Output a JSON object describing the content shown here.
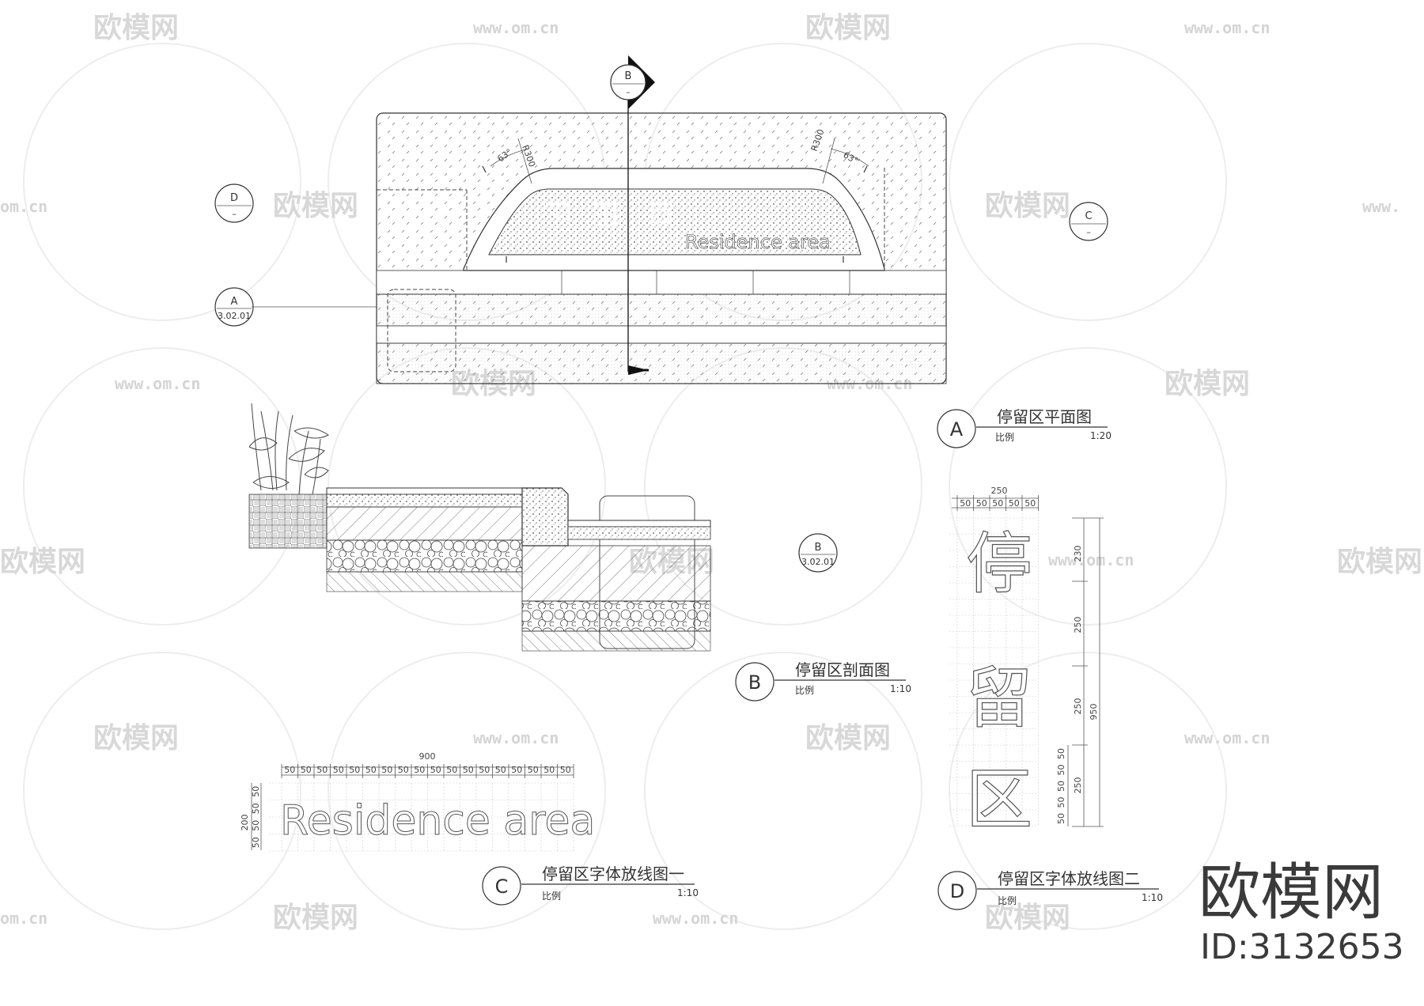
{
  "watermark": {
    "logo_text": "欧模网",
    "url_text": "www.om.cn",
    "url_partial": "om.cn",
    "url_partial_www": "www."
  },
  "plan": {
    "callout_b_top": "B",
    "callout_b_bottom": "–",
    "callout_d_top": "D",
    "callout_d_bottom": "–",
    "callout_c_top": "C",
    "callout_c_bottom": "–",
    "callout_a_top": "A",
    "callout_a_bottom": "3.02.01",
    "sign_text_en": "Residence area",
    "dim_r300_left": "R300",
    "dim_63_left": "63°",
    "dim_r300_right": "R300",
    "dim_63_right": "63°"
  },
  "title_a": {
    "letter": "A",
    "title": "停留区平面图",
    "scale_label": "比例",
    "scale": "1:20"
  },
  "title_b": {
    "letter": "B",
    "title": "停留区剖面图",
    "scale_label": "比例",
    "scale": "1:10"
  },
  "title_c": {
    "letter": "C",
    "title": "停留区字体放线图一",
    "scale_label": "比例",
    "scale": "1:10"
  },
  "title_d": {
    "letter": "D",
    "title": "停留区字体放线图二",
    "scale_label": "比例",
    "scale": "1:10"
  },
  "section": {
    "callout_top": "B",
    "callout_bottom": "3.02.01"
  },
  "layout_c": {
    "total_dim": "900",
    "unit_dim": "50",
    "height_dim": "200",
    "text": "Residence area"
  },
  "layout_d": {
    "total_top": "250",
    "unit_dim": "50",
    "char_1": "停",
    "char_2": "留",
    "char_3": "区",
    "side_230": "230",
    "side_250": "250",
    "side_950": "950"
  },
  "brand": {
    "logo": "欧模网",
    "id": "ID:3132653"
  }
}
